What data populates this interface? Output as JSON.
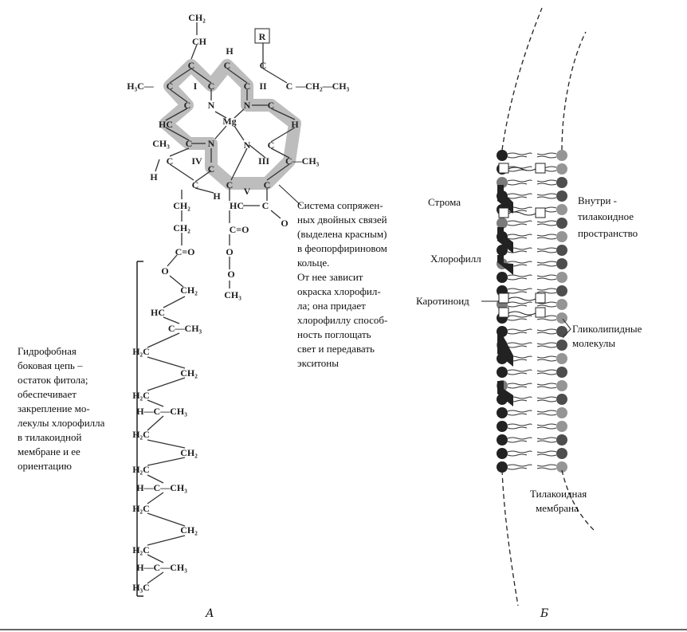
{
  "molecule": {
    "atoms": [
      "CH₂",
      "CH",
      "R",
      "H",
      "C",
      "C",
      "C",
      "H₃C—",
      "C",
      "I",
      "C",
      "C",
      "II",
      "C",
      "—CH₂—CH₃",
      "C",
      "N",
      "N",
      "C",
      "Mg",
      "HC",
      "H",
      "CH₃",
      "C",
      "N",
      "N",
      "C",
      "C",
      "IV",
      "III",
      "C—CH₃",
      "H",
      "C",
      "C",
      "H",
      "C",
      "V",
      "C",
      "CH₂",
      "HC",
      "C",
      "O",
      "CH₂",
      "C=O",
      "C=O",
      "O",
      "O",
      "CH₂",
      "O",
      "CH₃",
      "HC",
      "C—CH₃",
      "H₂C",
      "CH₂",
      "H₂C",
      "H—C—CH₃",
      "H₂C",
      "CH₂",
      "H₂C",
      "H—C—CH₃",
      "H₂C",
      "CH₂",
      "H₂C",
      "H—C—CH₃",
      "H₃C"
    ]
  },
  "left_caption": [
    "Гидрофобная",
    "боковая цепь –",
    "остаток фитола;",
    "обеспечивает",
    "закрепление мо-",
    "лекулы хлорофилла",
    "в тилакоидной",
    "мембране и ее",
    "ориентацию"
  ],
  "ring_caption": [
    "Система сопряжен-",
    "ных двойных связей",
    "(выделена красным)",
    "в феопорфириновом",
    "кольце.",
    "От нее зависит",
    "окраска хлорофил-",
    "ла; она придает",
    "хлорофиллу способ-",
    "ность поглощать",
    "свет и передавать",
    "экситоны"
  ],
  "membrane": {
    "stroma": "Строма",
    "inner_space": [
      "Внутри -",
      "тилакоидное",
      "пространство"
    ],
    "chlorophyll": "Хлорофилл",
    "carotenoid": "Каротиноид",
    "glycolipid": [
      "Гликолипидные",
      "молекулы"
    ],
    "membrane_label": [
      "Тилакоидная",
      "мембрана"
    ]
  },
  "panel_labels": {
    "a": "А",
    "b": "Б"
  },
  "colors": {
    "dark": "#222222",
    "gray": "#7a7a7a",
    "glow": "#9a9a9a"
  }
}
